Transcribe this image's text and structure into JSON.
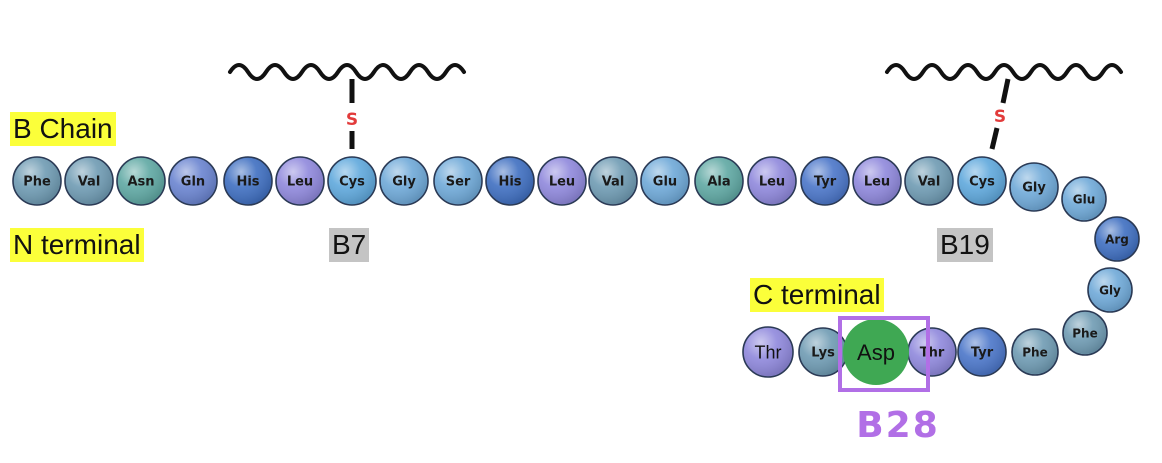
{
  "chain": {
    "title": "B Chain",
    "n_terminal_label": "N terminal",
    "c_terminal_label": "C terminal",
    "residues": [
      {
        "name": "Phe",
        "color": "#6f9bb3"
      },
      {
        "name": "Val",
        "color": "#6f9bb3"
      },
      {
        "name": "Asn",
        "color": "#5fa8a3"
      },
      {
        "name": "Gln",
        "color": "#6a84d0"
      },
      {
        "name": "His",
        "color": "#3f6fc1"
      },
      {
        "name": "Leu",
        "color": "#8f88dc"
      },
      {
        "name": "Cys",
        "color": "#5fa8dc"
      },
      {
        "name": "Gly",
        "color": "#6fa9d8"
      },
      {
        "name": "Ser",
        "color": "#6fa9d8"
      },
      {
        "name": "His",
        "color": "#3f6fc1"
      },
      {
        "name": "Leu",
        "color": "#8f88dc"
      },
      {
        "name": "Val",
        "color": "#6f9bb3"
      },
      {
        "name": "Glu",
        "color": "#6fa9d8"
      },
      {
        "name": "Ala",
        "color": "#5fa8a3"
      },
      {
        "name": "Leu",
        "color": "#8f88dc"
      },
      {
        "name": "Tyr",
        "color": "#4b76c9"
      },
      {
        "name": "Leu",
        "color": "#8f88dc"
      },
      {
        "name": "Val",
        "color": "#6f9bb3"
      },
      {
        "name": "Cys",
        "color": "#5fa8dc"
      },
      {
        "name": "Gly",
        "color": "#6fa9d8"
      },
      {
        "name": "Glu",
        "color": "#6fa9d8"
      },
      {
        "name": "Arg",
        "color": "#3f6fc1"
      },
      {
        "name": "Gly",
        "color": "#6fa9d8"
      },
      {
        "name": "Phe",
        "color": "#6f9bb3"
      },
      {
        "name": "Phe",
        "color": "#6f9bb3"
      },
      {
        "name": "Tyr",
        "color": "#4b76c9"
      },
      {
        "name": "Thr",
        "color": "#8f88dc"
      },
      {
        "name": "Asp",
        "color": "#3fa853"
      },
      {
        "name": "Lys",
        "color": "#6f9bb3"
      },
      {
        "name": "Thr",
        "color": "#8f88dc"
      }
    ]
  },
  "positions": {
    "b7_label": "B7",
    "b19_label": "B19"
  },
  "disulfides": [
    {
      "atom": "S"
    },
    {
      "atom": "S"
    }
  ],
  "highlight": {
    "handwritten_label": "B28",
    "highlight_color": "#b16fe6"
  },
  "colors": {
    "yellow_highlight": "#fbff3a",
    "grey_highlight": "#c4c4c4",
    "sulfur": "#e23b3b",
    "asp_highlight": "#3fa853"
  }
}
